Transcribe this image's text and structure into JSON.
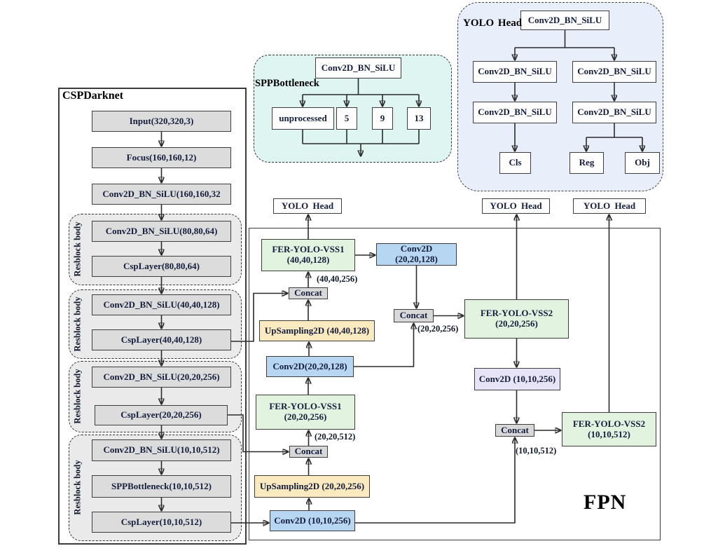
{
  "colors": {
    "backbone_node": "#dcdcdc",
    "resblock_bg": "#eaeaea",
    "spp_bg": "#def5f2",
    "yolo_head_bg": "#e8eefa",
    "vss_green": "#e2f3df",
    "conv_blue": "#b7d6f1",
    "conv_lavender": "#e6e4f6",
    "upsample_tan": "#fbe9c0",
    "concat_gray": "#d8d8d8",
    "wire": "#2a2a2a"
  },
  "backbone": {
    "title": "CSPDarknet",
    "resblock_label": "Resblock body",
    "stem": [
      "Input(320,320,3)",
      "Focus(160,160,12)",
      "Conv2D_BN_SiLU(160,160,32"
    ],
    "block1": [
      "Conv2D_BN_SiLU(80,80,64)",
      "CspLayer(80,80,64)"
    ],
    "block2": [
      "Conv2D_BN_SiLU(40,40,128)",
      "CspLayer(40,40,128)"
    ],
    "block3": [
      "Conv2D_BN_SiLU(20,20,256)",
      "CspLayer(20,20,256)"
    ],
    "block4": [
      "Conv2D_BN_SiLU(10,10,512)",
      "SPPBottleneck(10,10,512)",
      "CspLayer(10,10,512)"
    ]
  },
  "spp_detail": {
    "title": "SPPBottleneck",
    "conv": "Conv2D_BN_SiLU",
    "branches": [
      "unprocessed",
      "5",
      "9",
      "13"
    ]
  },
  "head_detail": {
    "title": "YOLO Head",
    "conv": "Conv2D_BN_SiLU",
    "cls": "Cls",
    "reg": "Reg",
    "obj": "Obj"
  },
  "heads": [
    "YOLO Head",
    "YOLO Head",
    "YOLO Head"
  ],
  "fpn": {
    "title": "FPN",
    "concat": "Concat",
    "vss1_p4": {
      "name": "FER-YOLO-VSS1",
      "dim": "(40,40,128)"
    },
    "conv_p4_out": {
      "name": "Conv2D",
      "dim": "(20,20,128)"
    },
    "upsample_p4": "UpSampling2D (40,40,128)",
    "conv_p3": "Conv2D(20,20,128)",
    "vss1_p3": {
      "name": "FER-YOLO-VSS1",
      "dim": "(20,20,256)"
    },
    "upsample_p3": "UpSampling2D (20,20,256)",
    "conv_p5": "Conv2D (10,10,256)",
    "vss2_p3": {
      "name": "FER-YOLO-VSS2",
      "dim": "(20,20,256)"
    },
    "conv_mid": "Conv2D (10,10,256)",
    "vss2_p5": {
      "name": "FER-YOLO-VSS2",
      "dim": "(10,10,512)"
    },
    "edge_labels": {
      "p4_concat": "(40,40,256)",
      "p3_concat": "(20,20,512)",
      "mid_concat": "(20,20,256)",
      "p5_concat": "(10,10,512)"
    }
  }
}
